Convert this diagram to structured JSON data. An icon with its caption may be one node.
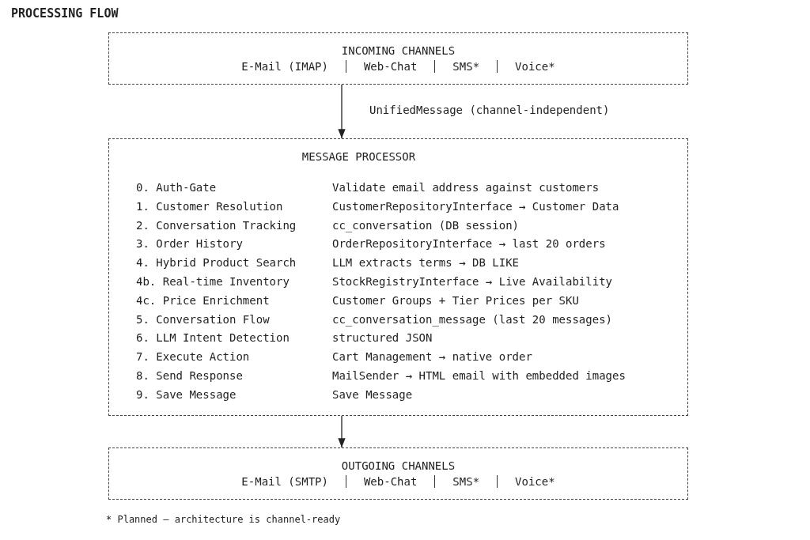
{
  "diagram": {
    "title": "PROCESSING FLOW",
    "nodes": [
      {
        "text": [
          "INCOMING CHANNELS",
          "E-Mail (IMAP)",
          "Web-Chat",
          "SMS*",
          "Voice*"
        ]
      },
      {
        "text": [
          "MESSAGE PROCESSOR",
          "0. Auth-Gate",
          "Validate email address against customers",
          "1. Customer Resolution",
          "CustomerRepositoryInterface → Customer Data",
          "2. Conversation Tracking",
          "cc_conversation (DB session)",
          "3. Order History",
          "OrderRepositoryInterface → last 20 orders",
          "4. Hybrid Product Search",
          "LLM extracts terms → DB LIKE",
          "4b. Real-time Inventory",
          "StockRegistryInterface → Live Availability",
          "4c. Price Enrichment",
          "Customer Groups + Tier Prices per SKU",
          "5. Conversation Flow",
          "cc_conversation_message (last 20 messages)",
          "6. LLM Intent Detection",
          "structured JSON",
          "7. Execute Action",
          "Cart Management → native order",
          "8. Send Response",
          "MailSender → HTML email with embedded images",
          "9. Save Message",
          "Save Message"
        ]
      },
      {
        "text": [
          "OUTGOING CHANNELS",
          "E-Mail (SMTP)",
          "Web-Chat",
          "SMS*",
          "Voice*"
        ]
      }
    ],
    "edges": [
      {
        "from": 0,
        "to": 1,
        "arrow": "to",
        "label": "UnifiedMessage (channel-independent)"
      },
      {
        "from": 1,
        "to": 2,
        "arrow": "to"
      }
    ],
    "labels": [
      "* Planned – architecture is channel-ready"
    ]
  }
}
